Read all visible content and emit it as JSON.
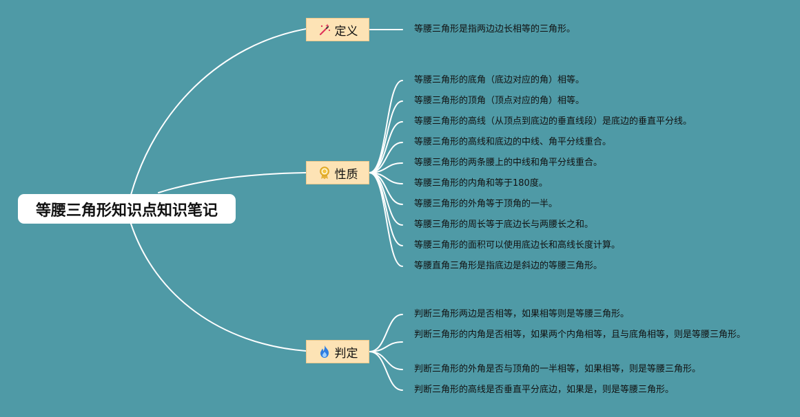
{
  "root": {
    "title": "等腰三角形知识点知识笔记"
  },
  "branches": [
    {
      "label": "定义",
      "icon": "magic-wand-icon",
      "items": [
        "等腰三角形是指两边边长相等的三角形。"
      ]
    },
    {
      "label": "性质",
      "icon": "award-medal-icon",
      "items": [
        "等腰三角形的底角（底边对应的角）相等。",
        "等腰三角形的顶角（顶点对应的角）相等。",
        "等腰三角形的高线（从顶点到底边的垂直线段）是底边的垂直平分线。",
        "等腰三角形的高线和底边的中线、角平分线重合。",
        "等腰三角形的两条腰上的中线和角平分线重合。",
        "等腰三角形的内角和等于180度。",
        "等腰三角形的外角等于顶角的一半。",
        "等腰三角形的周长等于底边长与两腰长之和。",
        "等腰三角形的面积可以使用底边长和高线长度计算。",
        "等腰直角三角形是指底边是斜边的等腰三角形。"
      ]
    },
    {
      "label": "判定",
      "icon": "fire-icon",
      "items": [
        "判断三角形两边是否相等，如果相等则是等腰三角形。",
        "判断三角形的内角是否相等，如果两个内角相等，且与底角相等，则是等腰三角形。",
        "判断三角形的外角是否与顶角的一半相等，如果相等，则是等腰三角形。",
        "判断三角形的高线是否垂直平分底边，如果是，则是等腰三角形。"
      ]
    }
  ]
}
